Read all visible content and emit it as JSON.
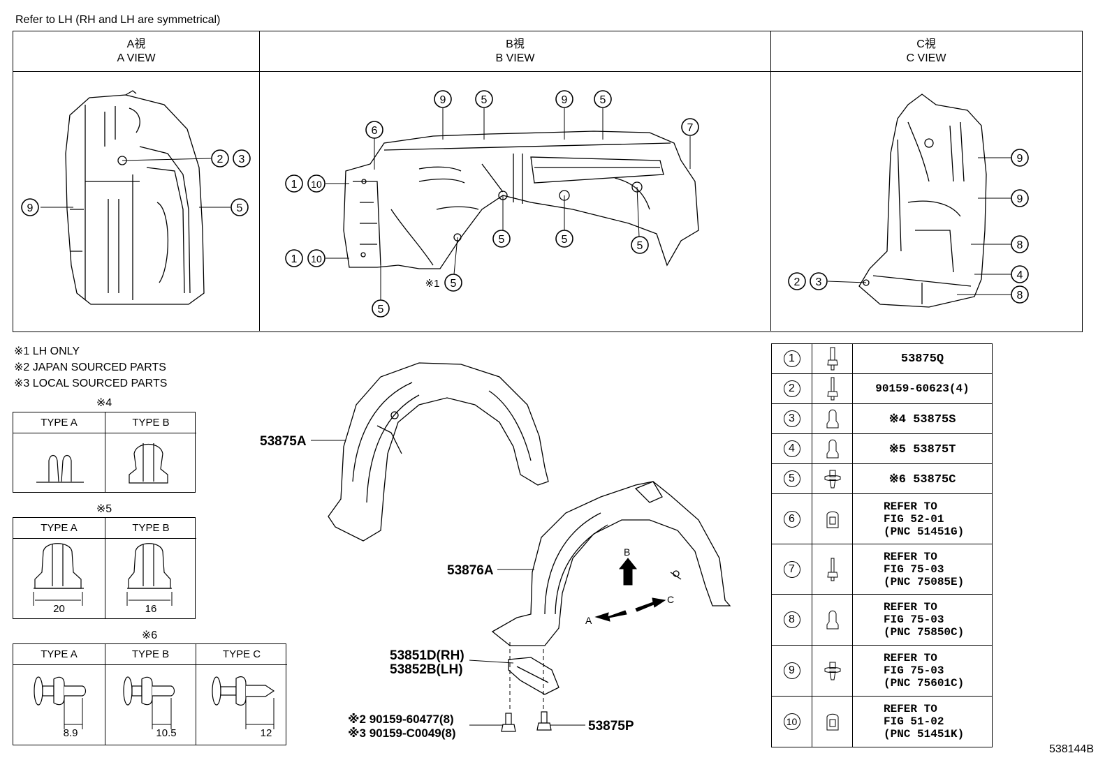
{
  "top_note": "Refer to LH (RH and LH are symmetrical)",
  "views": [
    {
      "kanji": "A視",
      "label": "A VIEW"
    },
    {
      "kanji": "B視",
      "label": "B VIEW"
    },
    {
      "kanji": "C視",
      "label": "C VIEW"
    }
  ],
  "callouts": {
    "n1": "1",
    "n2": "2",
    "n3": "3",
    "n4": "4",
    "n5": "5",
    "n6": "6",
    "n7": "7",
    "n8": "8",
    "n9": "9",
    "n10": "10",
    "lh_only_mark": "※1"
  },
  "notes": [
    "※1 LH ONLY",
    "※2 JAPAN SOURCED PARTS",
    "※3 LOCAL SOURCED PARTS"
  ],
  "type_tables": [
    {
      "title": "※4",
      "types": [
        "TYPE A",
        "TYPE B"
      ],
      "dims": [
        "",
        ""
      ]
    },
    {
      "title": "※5",
      "types": [
        "TYPE A",
        "TYPE B"
      ],
      "dims": [
        "20",
        "16"
      ]
    },
    {
      "title": "※6",
      "types": [
        "TYPE A",
        "TYPE B",
        "TYPE C"
      ],
      "dims": [
        "8.9",
        "10.5",
        "12"
      ]
    }
  ],
  "part_labels": {
    "liner_rh": "53875A",
    "liner_lh": "53876A",
    "mud_rh": "53851D(RH)",
    "mud_lh": "53852B(LH)",
    "screw_jp": "※2 90159-60477(8)",
    "screw_local": "※3 90159-C0049(8)",
    "screw_p": "53875P",
    "arrow_a": "A",
    "arrow_b": "B",
    "arrow_c": "C"
  },
  "parts_table": [
    {
      "num": "1",
      "icon": "screw-icon",
      "text": "53875Q"
    },
    {
      "num": "2",
      "icon": "screw-icon",
      "text": "90159-60623(4)"
    },
    {
      "num": "3",
      "icon": "clip-icon",
      "text": "※4 53875S"
    },
    {
      "num": "4",
      "icon": "clip-icon",
      "text": "※5 53875T"
    },
    {
      "num": "5",
      "icon": "push-rivet-icon",
      "text": "※6 53875C"
    },
    {
      "num": "6",
      "icon": "nut-clip-icon",
      "text": "REFER TO\nFIG 52-01\n(PNC 51451G)"
    },
    {
      "num": "7",
      "icon": "screw-icon",
      "text": "REFER TO\nFIG 75-03\n(PNC 75085E)"
    },
    {
      "num": "8",
      "icon": "clip-icon",
      "text": "REFER TO\nFIG 75-03\n(PNC 75850C)"
    },
    {
      "num": "9",
      "icon": "push-rivet-icon",
      "text": "REFER TO\nFIG 75-03\n(PNC 75601C)"
    },
    {
      "num": "10",
      "icon": "nut-clip-icon",
      "text": "REFER TO\nFIG 51-02\n(PNC 51451K)"
    }
  ],
  "figure_code": "538144B"
}
